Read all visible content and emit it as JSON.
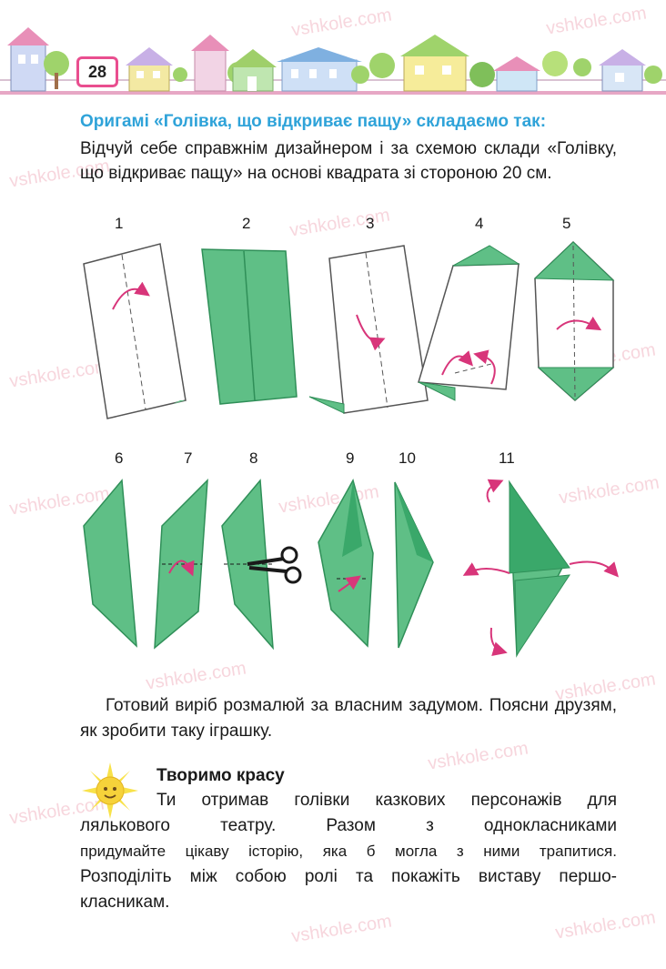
{
  "header": {
    "page_number": "28",
    "watermark": "vshkole.com"
  },
  "instructions": {
    "title": "Оригамі «Голівка, що відкриває пащу» складаємо так:",
    "intro": "Відчуй себе справжнім дизайнером і за схемою склади «Голівку, що відкриває пащу» на основі квадрата зі стороною 20 см."
  },
  "steps": [
    "1",
    "2",
    "3",
    "4",
    "5",
    "6",
    "7",
    "8",
    "9",
    "10",
    "11"
  ],
  "outro": "Готовий виріб розмалюй за власним задумом. Поясни друзям, як зробити таку іграшку.",
  "section": {
    "title": "Творимо красу",
    "lines": [
      "Ти отримав голівки казкових персонажів для",
      "лялькового театру. Разом з однокласниками",
      "придумайте цікаву історію, яка б могла з ними трапитися.",
      "Розподіліть між собою ролі та покажіть виставу першо-",
      "класникам."
    ]
  },
  "colors": {
    "accent_blue": "#2fa3d9",
    "paper_green": "#5fbf86",
    "paper_green_dark": "#2f8f58",
    "arrow_pink": "#d8357a",
    "watermark_pink": "#f6cfd8",
    "frame_pink": "#e94e8f"
  }
}
